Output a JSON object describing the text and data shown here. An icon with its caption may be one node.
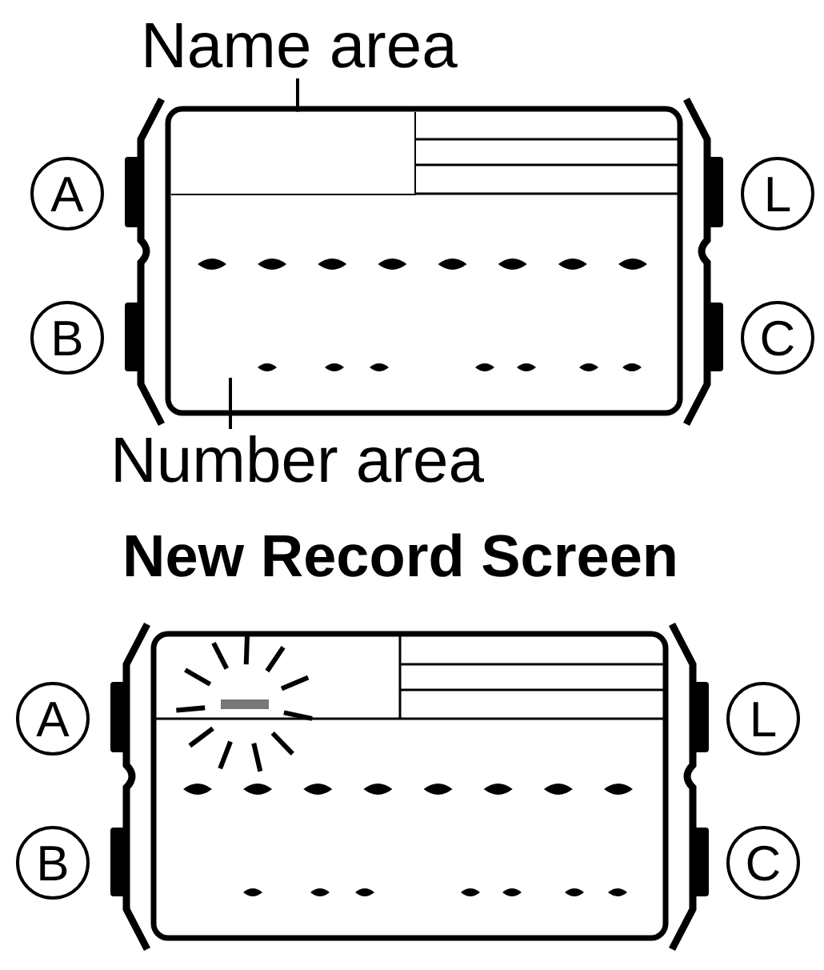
{
  "diagram": {
    "nodes": [
      {
        "text": [
          "Name area"
        ]
      },
      {
        "text": [],
        "shape": "box"
      },
      {
        "text": [
          "A"
        ]
      },
      {
        "text": [
          "L"
        ]
      },
      {
        "text": [
          "B"
        ]
      },
      {
        "text": [
          "C"
        ]
      },
      {
        "text": [],
        "shape": "bar"
      },
      {
        "text": [
          "Number area"
        ]
      },
      {
        "text": [
          "A"
        ]
      },
      {
        "text": [
          "L"
        ]
      },
      {
        "text": [
          "B"
        ]
      },
      {
        "text": [
          "C"
        ]
      }
    ],
    "edges": [
      {
        "from": 0,
        "to": 1,
        "arrow": "none"
      },
      {
        "from": 7,
        "to": 6,
        "arrow": "none"
      }
    ],
    "labels": [
      "New Record Screen"
    ]
  }
}
